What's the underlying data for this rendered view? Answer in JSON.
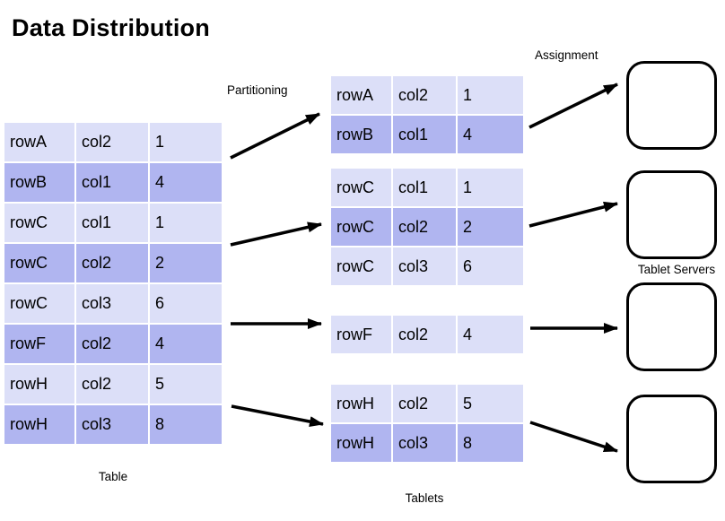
{
  "title": "Data Distribution",
  "labels": {
    "partitioning": "Partitioning",
    "assignment": "Assignment",
    "table_caption": "Table",
    "tablets_caption": "Tablets",
    "servers_caption": "Tablet Servers"
  },
  "colors": {
    "row_dark": "#b0b5f0",
    "row_light": "#dcdff8",
    "arrow": "#000000",
    "server_border": "#000000"
  },
  "source_table": {
    "rows": [
      [
        "rowA",
        "col2",
        "1"
      ],
      [
        "rowB",
        "col1",
        "4"
      ],
      [
        "rowC",
        "col1",
        "1"
      ],
      [
        "rowC",
        "col2",
        "2"
      ],
      [
        "rowC",
        "col3",
        "6"
      ],
      [
        "rowF",
        "col2",
        "4"
      ],
      [
        "rowH",
        "col2",
        "5"
      ],
      [
        "rowH",
        "col3",
        "8"
      ]
    ]
  },
  "tablets": [
    {
      "rows": [
        [
          "rowA",
          "col2",
          "1"
        ],
        [
          "rowB",
          "col1",
          "4"
        ]
      ]
    },
    {
      "rows": [
        [
          "rowC",
          "col1",
          "1"
        ],
        [
          "rowC",
          "col2",
          "2"
        ],
        [
          "rowC",
          "col3",
          "6"
        ]
      ]
    },
    {
      "rows": [
        [
          "rowF",
          "col2",
          "4"
        ]
      ]
    },
    {
      "rows": [
        [
          "rowH",
          "col2",
          "5"
        ],
        [
          "rowH",
          "col3",
          "8"
        ]
      ]
    }
  ],
  "servers": {
    "count": 4
  }
}
